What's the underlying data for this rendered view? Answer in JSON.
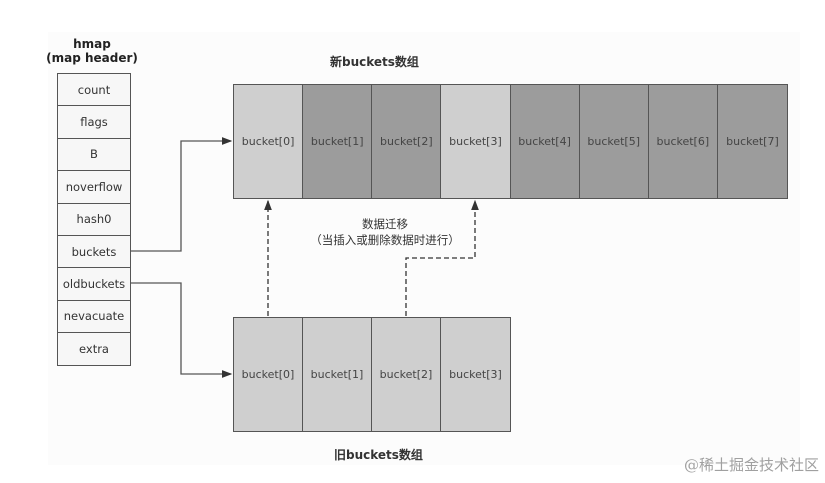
{
  "hmap": {
    "title_line1": "hmap",
    "title_line2": "(map header)",
    "fields": [
      "count",
      "flags",
      "B",
      "noverflow",
      "hash0",
      "buckets",
      "oldbuckets",
      "nevacuate",
      "extra"
    ]
  },
  "new_buckets": {
    "title": "新buckets数组",
    "buckets": [
      {
        "label": "bucket[0]",
        "state": "light"
      },
      {
        "label": "bucket[1]",
        "state": "dark"
      },
      {
        "label": "bucket[2]",
        "state": "dark"
      },
      {
        "label": "bucket[3]",
        "state": "light"
      },
      {
        "label": "bucket[4]",
        "state": "dark"
      },
      {
        "label": "bucket[5]",
        "state": "dark"
      },
      {
        "label": "bucket[6]",
        "state": "dark"
      },
      {
        "label": "bucket[7]",
        "state": "dark"
      }
    ]
  },
  "old_buckets": {
    "title": "旧buckets数组",
    "buckets": [
      {
        "label": "bucket[0]",
        "state": "light"
      },
      {
        "label": "bucket[1]",
        "state": "light"
      },
      {
        "label": "bucket[2]",
        "state": "light"
      },
      {
        "label": "bucket[3]",
        "state": "light"
      }
    ]
  },
  "migration": {
    "line1": "数据迁移",
    "line2": "（当插入或删除数据时进行）"
  },
  "watermark": "@稀土掘金技术社区",
  "colors": {
    "light_bucket": "#cfcfcf",
    "dark_bucket": "#9c9c9c",
    "border": "#555555",
    "header_bg": "#f7f7f7"
  }
}
